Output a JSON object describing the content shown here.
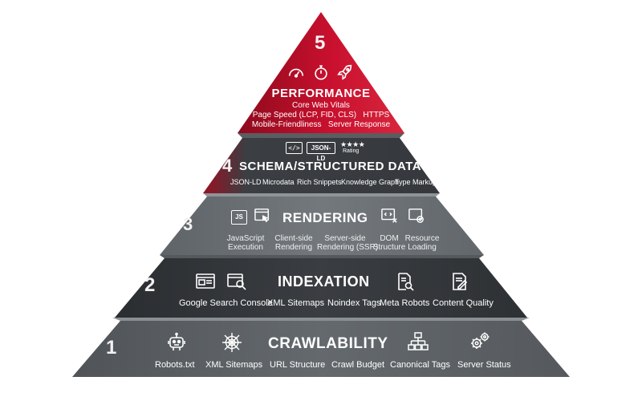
{
  "levels": {
    "performance": {
      "number": "5",
      "title": "PERFORMANCE",
      "lines": [
        "Core Web Vitals",
        "Page Speed (LCP, FID, CLS)   HTTPS",
        "Mobile-Friendliness   Server Response"
      ],
      "icons": [
        "speedometer-icon",
        "stopwatch-icon",
        "rocket-icon"
      ]
    },
    "schema": {
      "number": "4",
      "title": "SCHEMA/STRUCTURED DATA",
      "badges": [
        "</>",
        "JSON-LD",
        "★★★★"
      ],
      "rating_label": "Rating",
      "items": [
        "JSON-LD",
        "Microdata",
        "Rich Snippets",
        "Knowledge Graph",
        "Type Markup"
      ]
    },
    "rendering": {
      "number": "3",
      "title": "RENDERING",
      "js_badge": "JS",
      "items": [
        {
          "l1": "JavaScript",
          "l2": "Execution"
        },
        {
          "l1": "Client-side",
          "l2": "Rendering"
        },
        {
          "l1": "Server-side",
          "l2": "Rendering (SSR)"
        },
        {
          "l1": "DOM",
          "l2": "Structure"
        },
        {
          "l1": "Resource",
          "l2": "Loading"
        }
      ]
    },
    "indexation": {
      "number": "2",
      "title": "INDEXATION",
      "items": [
        "Google Search Console",
        "XML Sitemaps",
        "Noindex Tags",
        "Meta Robots",
        "Content Quality"
      ]
    },
    "crawlability": {
      "number": "1",
      "title": "CRAWLABILITY",
      "items": [
        "Robots.txt",
        "XML Sitemaps",
        "URL Structure",
        "Crawl Budget",
        "Canonical Tags",
        "Server Status"
      ]
    }
  },
  "colors": {
    "red": "#c8102e",
    "dark": "#2f3236",
    "mid": "#4e5357",
    "light": "#6f7478"
  }
}
